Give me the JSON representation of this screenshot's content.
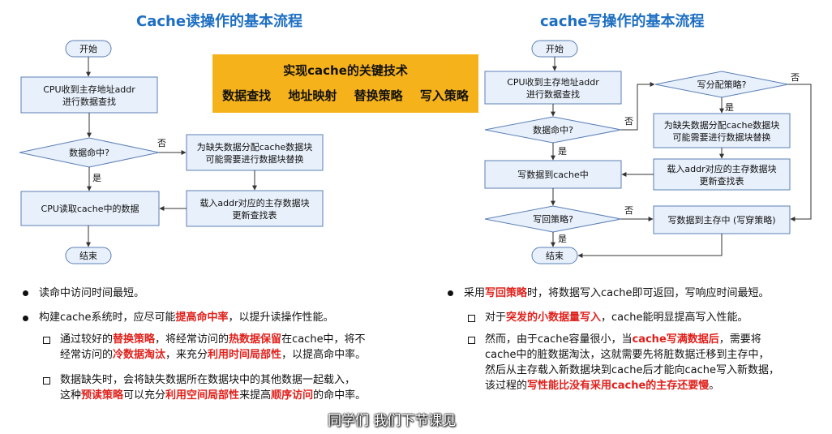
{
  "left_title": "Cache读操作的基本流程",
  "right_title": "cache写操作的基本流程",
  "key_tech": {
    "heading": "实现cache的关键技术",
    "items": [
      "数据查找",
      "地址映射",
      "替换策略",
      "写入策略"
    ]
  },
  "read_flow": {
    "start": "开始",
    "receive_line1": "CPU收到主存地址addr",
    "receive_line2": "进行数据查找",
    "hit_q": "数据命中?",
    "no": "否",
    "yes": "是",
    "alloc_line1": "为缺失数据分配cache数据块",
    "alloc_line2": "可能需要进行数据块替换",
    "load_line1": "载入addr对应的主存数据块",
    "load_line2": "更新查找表",
    "read_cache": "CPU读取cache中的数据",
    "end": "结束"
  },
  "write_flow": {
    "start": "开始",
    "receive_line1": "CPU收到主存地址addr",
    "receive_line2": "进行数据查找",
    "hit_q": "数据命中?",
    "write_alloc_q": "写分配策略?",
    "alloc_line1": "为缺失数据分配cache数据块",
    "alloc_line2": "可能需要进行数据块替换",
    "load_line1": "载入addr对应的主存数据块",
    "load_line2": "更新查找表",
    "write_cache": "写数据到cache中",
    "writeback_q": "写回策略?",
    "write_mem": "写数据到主存中 (写穿策略)",
    "end": "结束",
    "no": "否",
    "yes": "是"
  },
  "left_notes": {
    "b1": "读命中访问时间最短。",
    "b2_pre": "构建cache系统时，应尽可能",
    "b2_red": "提高命中率",
    "b2_post": "，以提升读操作性能。",
    "s1_a": "通过较好的",
    "s1_b": "替换策略",
    "s1_c": "，将经常访问的",
    "s1_d": "热数据保留",
    "s1_e": "在cache中，将不",
    "s1_f": "经常访问的",
    "s1_g": "冷数据淘汰",
    "s1_h": "，来充分",
    "s1_i": "利用时间局部性",
    "s1_j": "，以提高命中率。",
    "s2_a": "数据缺失时，会将缺失数据所在数据块中的其他数据一起载入，",
    "s2_b": "这种",
    "s2_c": "预读策略",
    "s2_d": "可以充分",
    "s2_e": "利用空间局部性",
    "s2_f": "来提高",
    "s2_g": "顺序访问",
    "s2_h": "的命中率。"
  },
  "right_notes": {
    "b1_a": "采用",
    "b1_b": "写回策略",
    "b1_c": "时，将数据写入cache即可返回，写响应时间最短。",
    "s1_a": "对于",
    "s1_b": "突发的小数据量写入",
    "s1_c": "，cache能明显提高写入性能。",
    "s2_a": "然而，由于cache容量很小，当",
    "s2_b": "cache写满数据后",
    "s2_c": "，需要将",
    "s2_d": "cache中的脏数据淘汰，这就需要先将脏数据迁移到主存中，",
    "s2_e": "然后从主存载入新数据块到cache后才能向cache写入新数据，",
    "s2_f": "该过程的",
    "s2_g": "写性能比没有采用cache的主存还要慢",
    "s2_h": "。"
  },
  "subtitle": "同学们 我们下节课见",
  "colors": {
    "title_blue": "#1e6fc2",
    "box_fill": "#e8f0fb",
    "box_stroke": "#5b7fb5",
    "key_orange": "#f6b21b",
    "highlight_red": "#e0201b"
  }
}
